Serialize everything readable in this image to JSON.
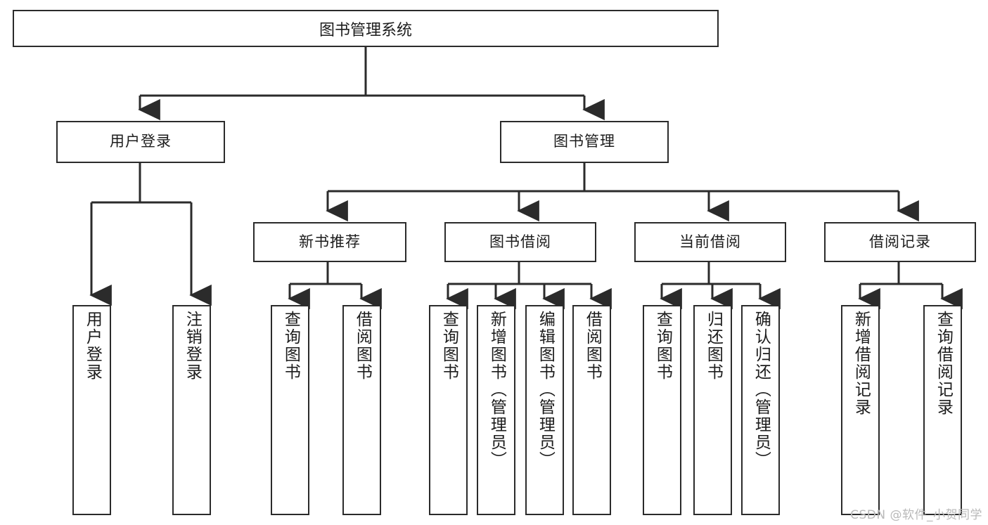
{
  "diagram": {
    "title": "图书管理系统",
    "type": "hierarchy-tree",
    "line_color": "#2b2b2b",
    "background_color": "#ffffff",
    "text_color": "#1c1c1c"
  },
  "root": {
    "label": "图书管理系统"
  },
  "level2": [
    {
      "label": "用户登录"
    },
    {
      "label": "图书管理"
    }
  ],
  "level3": [
    {
      "label": "新书推荐"
    },
    {
      "label": "图书借阅"
    },
    {
      "label": "当前借阅"
    },
    {
      "label": "借阅记录"
    }
  ],
  "leaves": {
    "user_login": [
      {
        "label": "用户登录"
      },
      {
        "label": "注销登录"
      }
    ],
    "new_book_recommend": [
      {
        "label": "查询图书"
      },
      {
        "label": "借阅图书"
      }
    ],
    "book_borrow": [
      {
        "label": "查询图书"
      },
      {
        "label": "新增图书（管理员）"
      },
      {
        "label": "编辑图书（管理员）"
      },
      {
        "label": "借阅图书"
      }
    ],
    "current_borrow": [
      {
        "label": "查询图书"
      },
      {
        "label": "归还图书"
      },
      {
        "label": "确认归还（管理员）"
      }
    ],
    "borrow_record": [
      {
        "label": "新增借阅记录"
      },
      {
        "label": "查询借阅记录"
      }
    ]
  },
  "watermark": {
    "text": "CSDN @软件_小贺同学"
  }
}
